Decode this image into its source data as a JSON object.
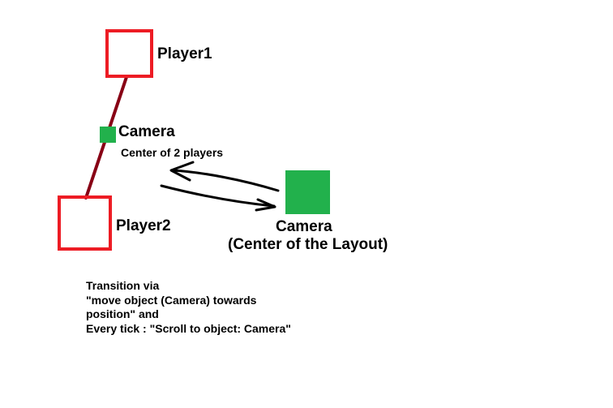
{
  "player1": {
    "label": "Player1"
  },
  "player2": {
    "label": "Player2"
  },
  "camera_center_players": {
    "label": "Camera",
    "sublabel": "Center of 2 players"
  },
  "camera_center_layout": {
    "label": "Camera",
    "sublabel": "(Center of the Layout)"
  },
  "notes": {
    "lines": [
      "Transition via",
      "\"move object (Camera) towards",
      "position\" and",
      "Every tick : \"Scroll to object: Camera\""
    ]
  },
  "colors": {
    "player_box": "#ed1c24",
    "connector_line": "#880015",
    "camera": "#22b14c",
    "arrows": "#000000"
  }
}
